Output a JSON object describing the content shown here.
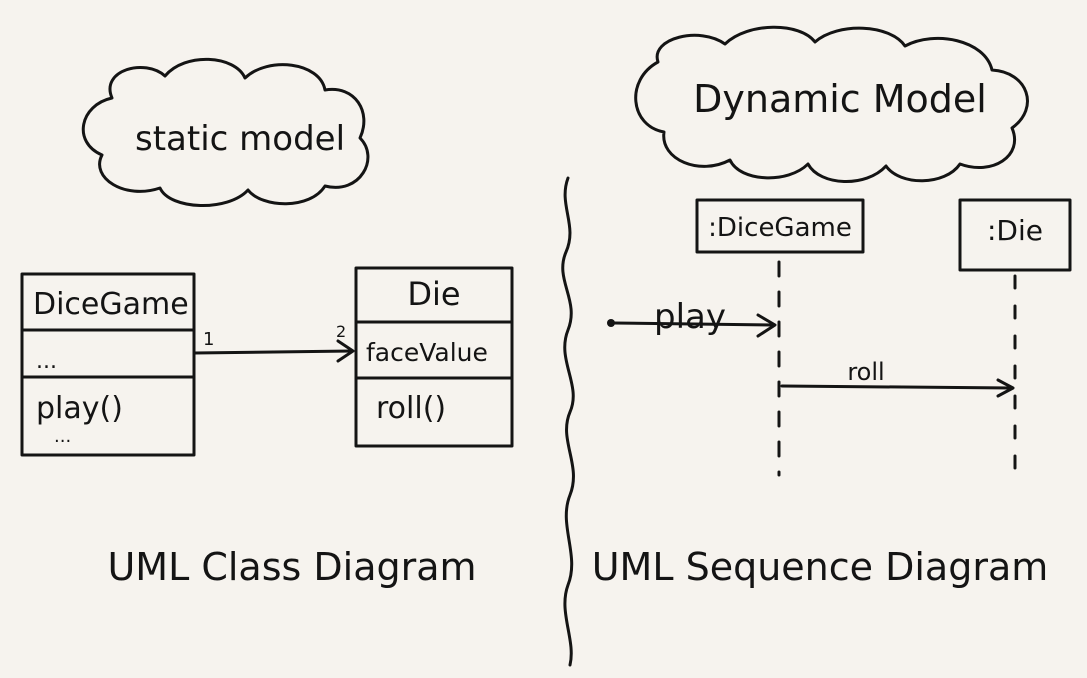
{
  "static_side": {
    "cloud_label": "static model",
    "caption": "UML Class Diagram",
    "class_dicegame": {
      "name": "DiceGame",
      "attributes": "...",
      "operation": "play()",
      "more": "..."
    },
    "class_die": {
      "name": "Die",
      "attribute": "faceValue",
      "operation": "roll()"
    },
    "association": {
      "source_multiplicity": "1",
      "target_multiplicity": "2"
    }
  },
  "dynamic_side": {
    "cloud_label": "Dynamic Model",
    "caption": "UML Sequence Diagram",
    "lifelines": [
      ":DiceGame",
      ":Die"
    ],
    "messages": [
      "play",
      "roll"
    ]
  },
  "colors": {
    "paper": "#f6f3ee",
    "ink": "#141414"
  }
}
